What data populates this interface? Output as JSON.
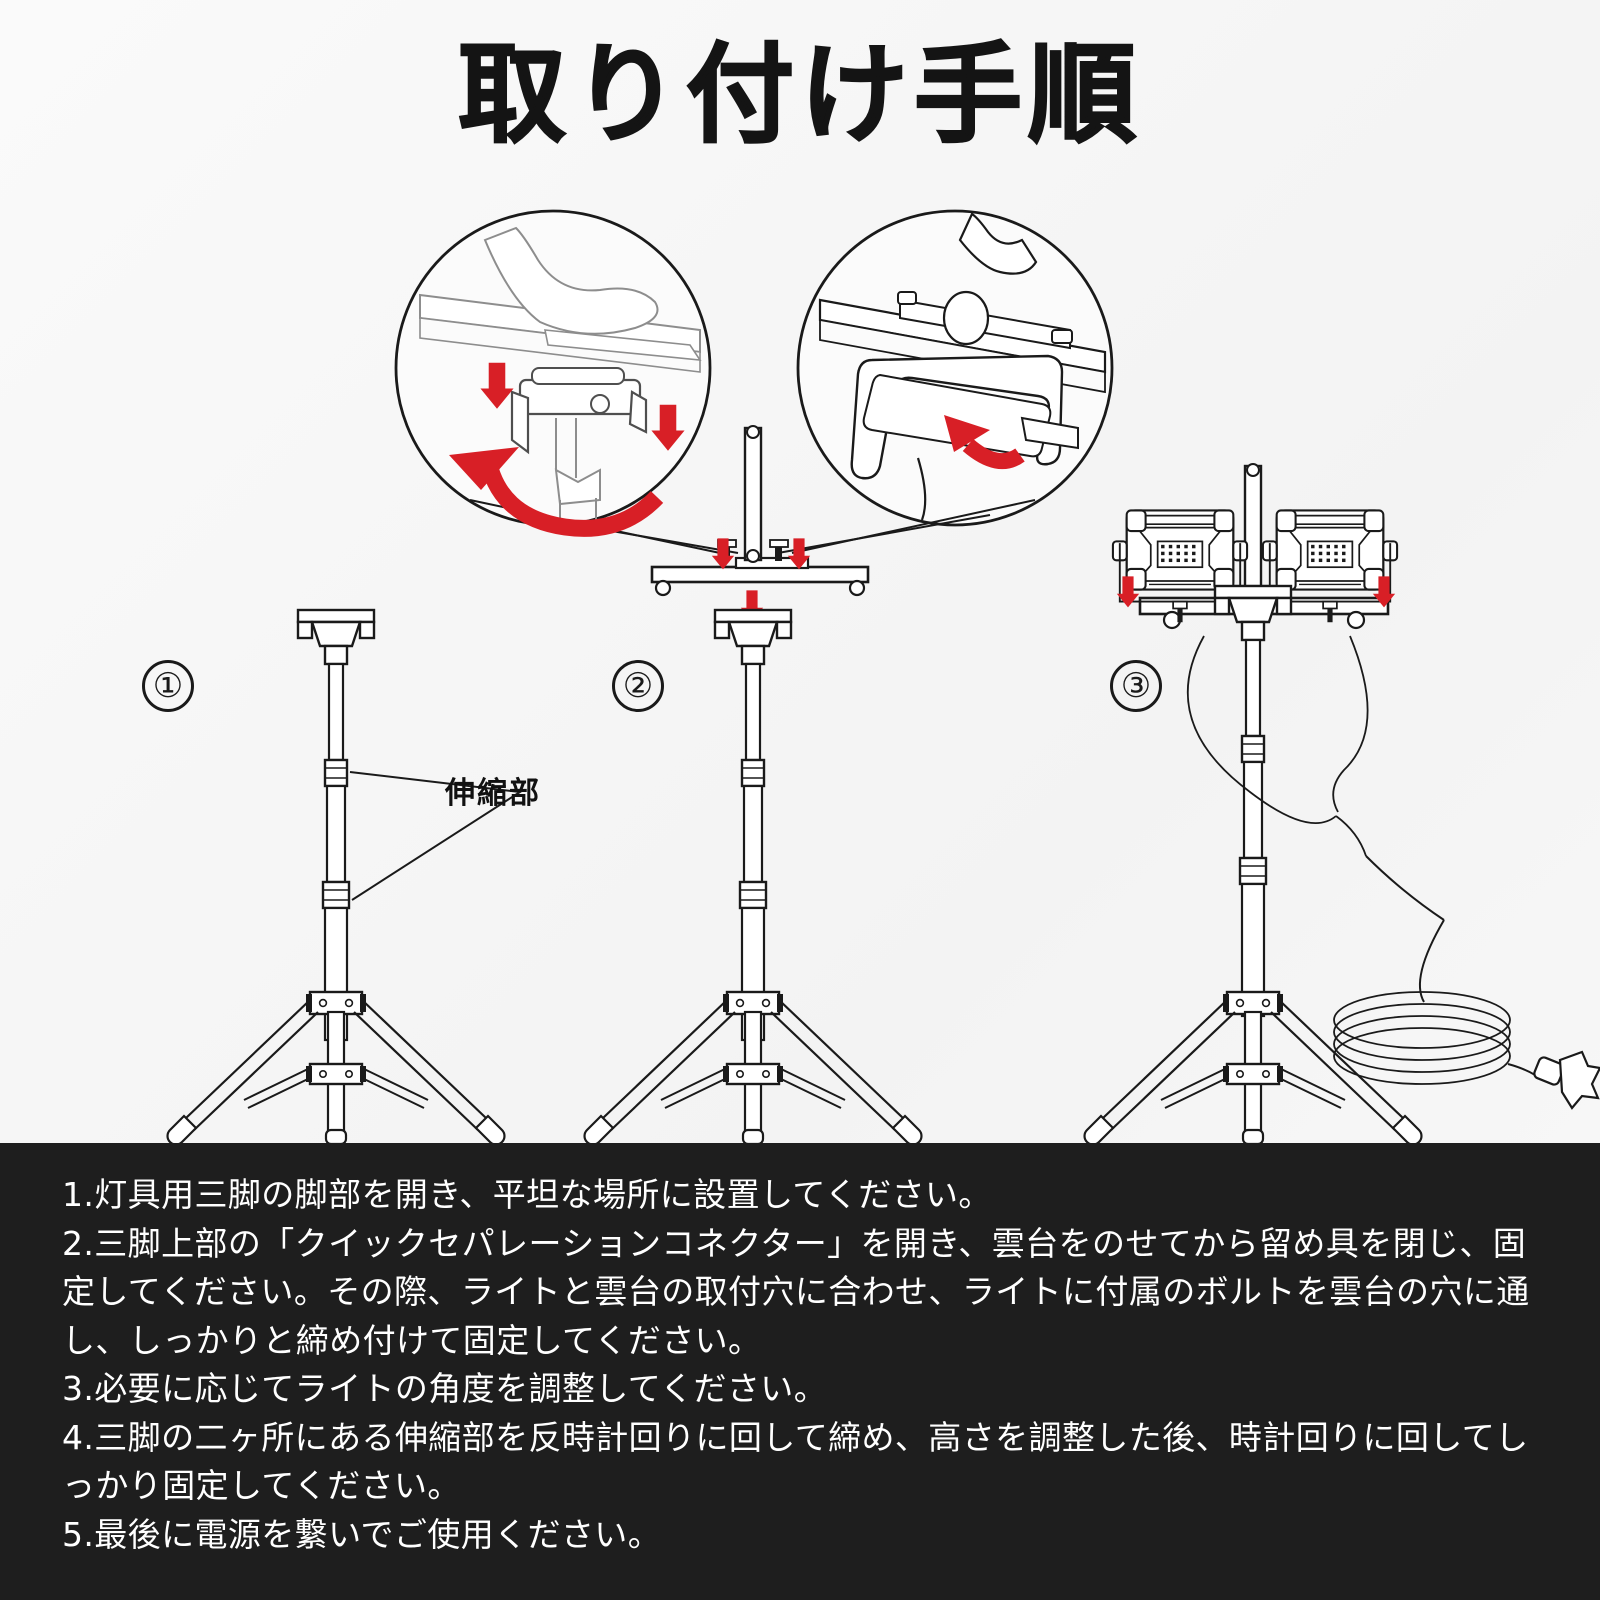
{
  "title": "取り付け手順",
  "colors": {
    "background": "#f7f7f7",
    "panel": "#1e1e1e",
    "ink": "#1a1a1a",
    "accent_arrow": "#d81f26",
    "text_on_panel": "#ffffff"
  },
  "diagram": {
    "steps": [
      {
        "badge": "①",
        "name": "open-tripod-legs"
      },
      {
        "badge": "②",
        "name": "attach-mount-bar"
      },
      {
        "badge": "③",
        "name": "mount-lights-and-connect-power"
      }
    ],
    "annotations": [
      {
        "label": "伸縮部",
        "name": "telescoping-section"
      }
    ],
    "detail_circles": [
      {
        "name": "quick-separation-connector-open",
        "arrows": "two-down-arrows-and-ccw-rotation"
      },
      {
        "name": "latch-close",
        "arrows": "cw-rotation-arrow"
      }
    ],
    "parts": [
      "tripod-stand",
      "quick-separation-connector",
      "mounting-bar",
      "led-work-light-left",
      "led-work-light-right",
      "power-cord",
      "power-plug"
    ]
  },
  "instructions": [
    "1.灯具用三脚の脚部を開き、平坦な場所に設置してください。",
    "2.三脚上部の「クイックセパレーションコネクター」を開き、雲台をのせてから留め具を閉じ、固定してください。その際、ライトと雲台の取付穴に合わせ、ライトに付属のボルトを雲台の穴に通し、しっかりと締め付けて固定してください。",
    "3.必要に応じてライトの角度を調整してください。",
    "4.三脚の二ヶ所にある伸縮部を反時計回りに回して締め、高さを調整した後、時計回りに回してしっかり固定してください。",
    "5.最後に電源を繋いでご使用ください。"
  ]
}
